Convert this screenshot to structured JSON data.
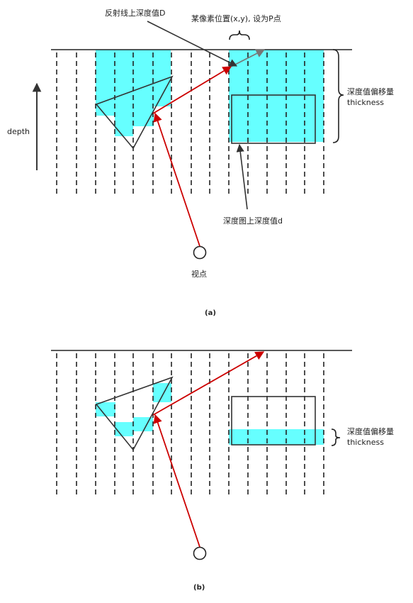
{
  "panel_a": {
    "caption": "(a)",
    "label_reflect_depth": "反射线上深度值D",
    "label_pixel": "某像素位置(x,y), 设为P点",
    "label_thickness_cn": "深度值偏移量",
    "label_thickness_en": "thickness",
    "label_depth_axis": "depth",
    "label_depth_map": "深度图上深度值d",
    "label_viewpoint": "视点"
  },
  "panel_b": {
    "caption": "(b)",
    "label_thickness_cn": "深度值偏移量",
    "label_thickness_en": "thickness"
  },
  "colors": {
    "cyan_fill": "#66ffff",
    "ray_red": "#cc0000",
    "ray_gray": "#777777",
    "line_dark": "#222222"
  }
}
